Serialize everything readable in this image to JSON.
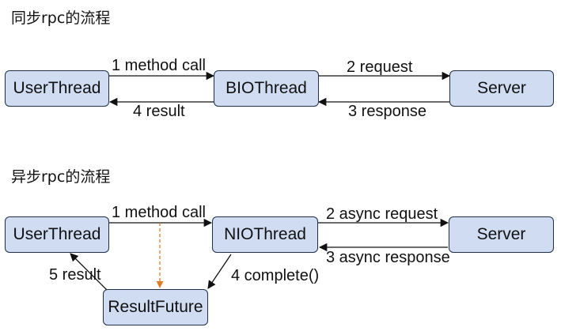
{
  "sync": {
    "title": "同步rpc的流程",
    "nodes": {
      "user_thread": "UserThread",
      "bio_thread": "BIOThread",
      "server": "Server"
    },
    "edges": {
      "method_call": "1 method call",
      "request": "2 request",
      "response": "3 response",
      "result": "4 result"
    }
  },
  "async": {
    "title": "异步rpc的流程",
    "nodes": {
      "user_thread": "UserThread",
      "nio_thread": "NIOThread",
      "server": "Server",
      "result_future": "ResultFuture"
    },
    "edges": {
      "method_call": "1 method call",
      "async_request": "2 async request",
      "async_response": "3 async response",
      "complete": "4 complete()",
      "result": "5 result"
    }
  },
  "colors": {
    "node_fill": "#cfdcf2",
    "node_border": "#1f2f45",
    "arrow": "#111111",
    "dashed_arrow": "#e07b1f"
  }
}
